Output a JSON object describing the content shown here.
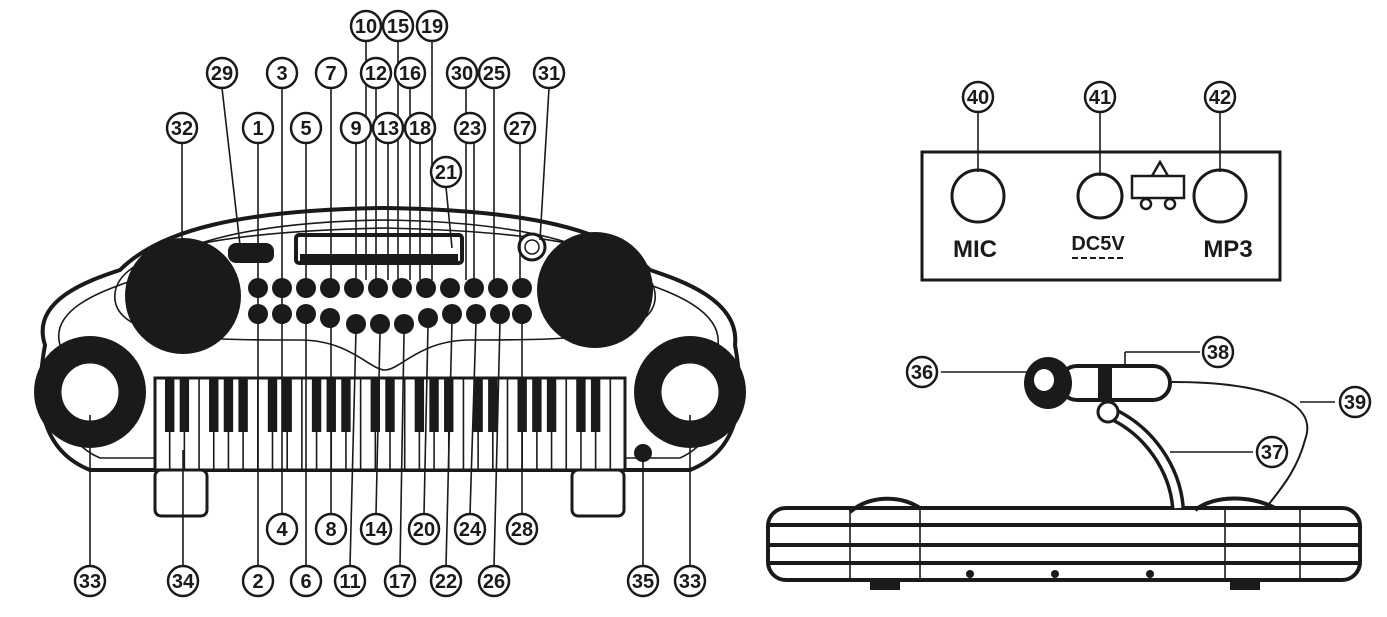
{
  "callouts": {
    "c1": "1",
    "c2": "2",
    "c3": "3",
    "c4": "4",
    "c5": "5",
    "c6": "6",
    "c7": "7",
    "c8": "8",
    "c9": "9",
    "c10": "10",
    "c11": "11",
    "c12": "12",
    "c13": "13",
    "c14": "14",
    "c15": "15",
    "c16": "16",
    "c17": "17",
    "c18": "18",
    "c19": "19",
    "c20": "20",
    "c21": "21",
    "c22": "22",
    "c23": "23",
    "c24": "24",
    "c25": "25",
    "c26": "26",
    "c27": "27",
    "c28": "28",
    "c29": "29",
    "c30": "30",
    "c31": "31",
    "c32": "32",
    "c33": "33",
    "c34": "34",
    "c35": "35",
    "c36": "36",
    "c37": "37",
    "c38": "38",
    "c39": "39",
    "c40": "40",
    "c41": "41",
    "c42": "42"
  },
  "jack_panel": {
    "mic": "MIC",
    "dc": "DC5V",
    "mp3": "MP3"
  }
}
